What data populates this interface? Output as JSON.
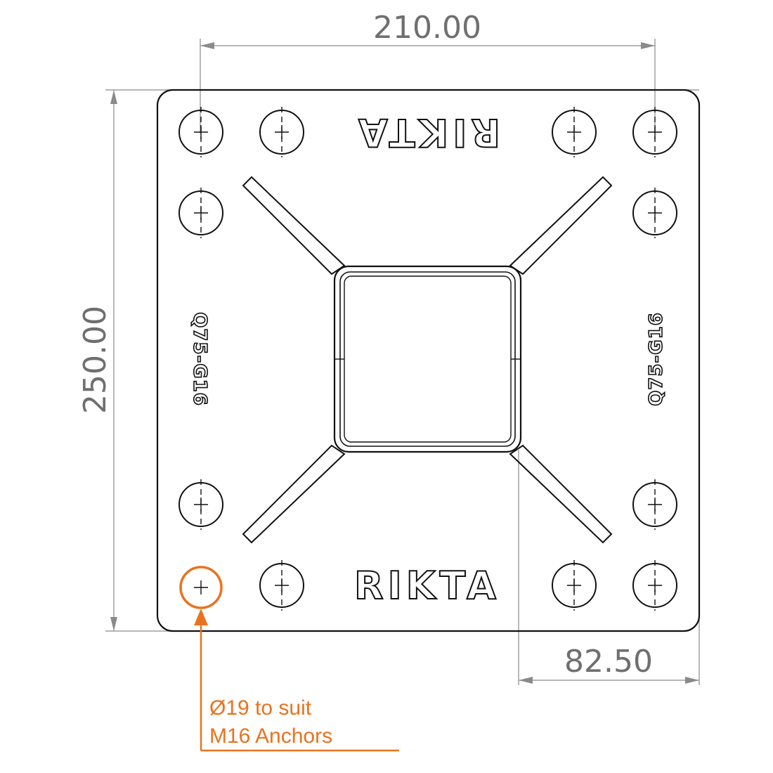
{
  "dimensions": {
    "width_label": "210.00",
    "height_label": "250.00",
    "offset_label": "82.50"
  },
  "plate": {
    "code_left": "Q75-G16",
    "code_right": "Q75-G16",
    "brand_top": "RIKTA",
    "brand_bottom": "RIKTA"
  },
  "callout": {
    "line1": "Ø19 to suit",
    "line2": "M16 Anchors"
  },
  "colors": {
    "accent": "#e8731f",
    "line": "#111111",
    "dimension": "#8a8a8a"
  }
}
